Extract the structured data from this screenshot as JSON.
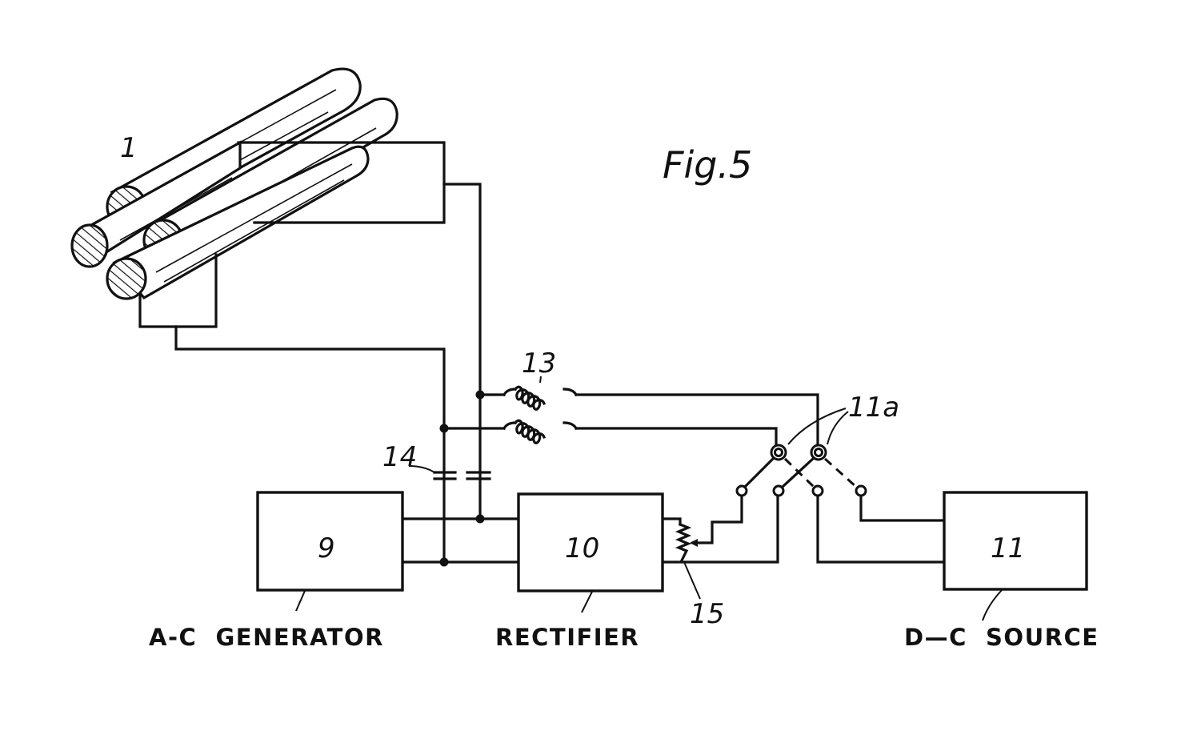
{
  "figure": {
    "title": "Fig.5"
  },
  "components": {
    "rods": {
      "ref": "1"
    },
    "inductors": {
      "ref": "13"
    },
    "capacitors": {
      "ref": "14"
    },
    "potentiometer": {
      "ref": "15"
    },
    "switches": {
      "ref": "11a"
    },
    "ac_generator": {
      "ref": "9",
      "label": "A-C  GENERATOR"
    },
    "rectifier": {
      "ref": "10",
      "label": "RECTIFIER"
    },
    "dc_source": {
      "ref": "11",
      "label": "D—C  SOURCE"
    }
  },
  "colors": {
    "ink": "#111111",
    "paper": "#ffffff"
  }
}
